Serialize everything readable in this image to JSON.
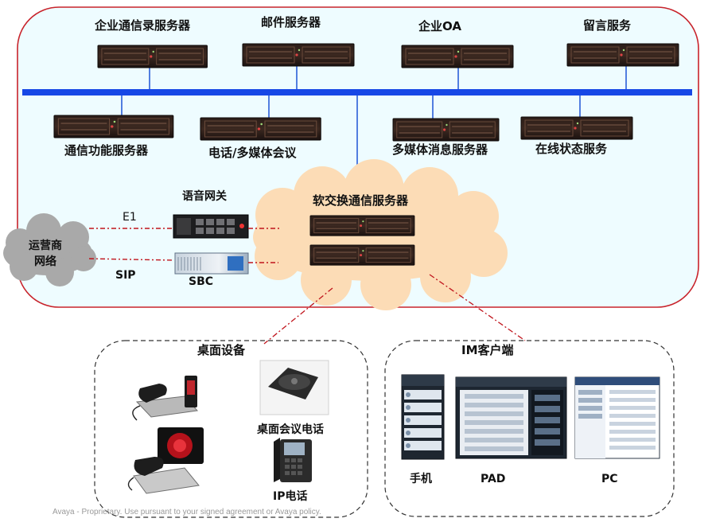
{
  "colors": {
    "enterprise_border": "#c8232b",
    "enterprise_fill": "#eefcff",
    "lan_bus": "#1747e6",
    "connector": "#2a5fd8",
    "cloud": "#fcdcb6",
    "carrier_cloud": "#a9a9a9",
    "dash_link": "#c0141c"
  },
  "servers_top": [
    {
      "label": "企业通信录服务器"
    },
    {
      "label": "邮件服务器"
    },
    {
      "label": "企业OA"
    },
    {
      "label": "留言服务"
    }
  ],
  "servers_bottom": [
    {
      "label": "通信功能服务器"
    },
    {
      "label": "电话/多媒体会议"
    },
    {
      "label": "多媒体消息服务器"
    },
    {
      "label": "在线状态服务"
    }
  ],
  "softswitch": {
    "label": "软交换通信服务器"
  },
  "voice_gateway": {
    "label": "语音网关"
  },
  "sbc": {
    "label": "SBC"
  },
  "carrier": {
    "line1": "运营商",
    "line2": "网络"
  },
  "links": {
    "e1": "E1",
    "sip": "SIP"
  },
  "desktop_group": {
    "title": "桌面设备",
    "conference_phone": "桌面会议电话",
    "ip_phone": "IP电话"
  },
  "im_group": {
    "title": "IM客户端",
    "mobile": "手机",
    "pad": "PAD",
    "pc": "PC"
  },
  "footer": "Avaya - Proprietary. Use pursuant to your signed agreement or Avaya policy.",
  "icons": [
    "rack-server",
    "voice-gateway-device",
    "sbc-device",
    "desk-phone",
    "video-phone",
    "conference-phone",
    "ip-phone",
    "mobile-screen",
    "tablet-screen",
    "pc-screen"
  ]
}
